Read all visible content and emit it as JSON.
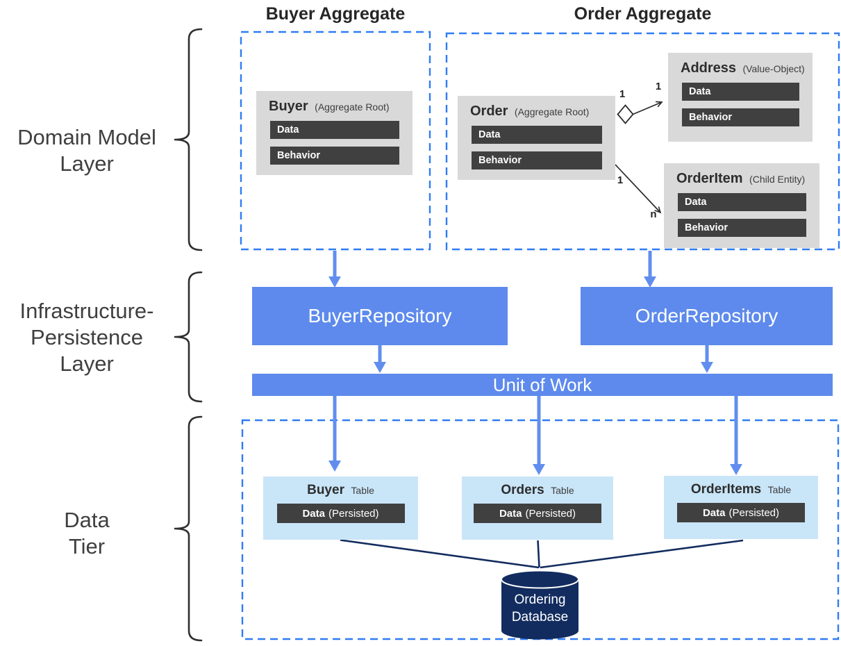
{
  "colors": {
    "dashed-blue": "#2f7cf4",
    "box-blue": "#5d8aec",
    "arrow-blue": "#618eee",
    "light-blue": "#c9e5f8",
    "card-gray": "#d9d9d9",
    "bar-dark": "#404040",
    "navy": "#122c5f",
    "text-dark": "#262626",
    "label-gray": "#3f3f3f"
  },
  "layers": [
    {
      "lines": [
        "Domain Model",
        "Layer"
      ]
    },
    {
      "lines": [
        "Infrastructure-",
        "Persistence",
        "Layer"
      ]
    },
    {
      "lines": [
        "Data",
        "Tier"
      ]
    }
  ],
  "aggregates": [
    {
      "title": "Buyer Aggregate"
    },
    {
      "title": "Order Aggregate"
    }
  ],
  "entities": [
    {
      "name": "Buyer",
      "stereotype": "(Aggregate Root)",
      "bars": [
        "Data",
        "Behavior"
      ]
    },
    {
      "name": "Order",
      "stereotype": "(Aggregate Root)",
      "bars": [
        "Data",
        "Behavior"
      ]
    },
    {
      "name": "Address",
      "stereotype": "(Value-Object)",
      "bars": [
        "Data",
        "Behavior"
      ]
    },
    {
      "name": "OrderItem",
      "stereotype": "(Child Entity)",
      "bars": [
        "Data",
        "Behavior"
      ]
    }
  ],
  "relations": [
    {
      "from": "Order",
      "to": "Address",
      "type": "aggregation",
      "source_label": "1",
      "target_label": "1"
    },
    {
      "from": "Order",
      "to": "OrderItem",
      "type": "association",
      "source_label": "1",
      "target_label": "n"
    }
  ],
  "repositories": [
    {
      "label": "BuyerRepository"
    },
    {
      "label": "OrderRepository"
    }
  ],
  "unit_of_work": {
    "label": "Unit of Work"
  },
  "tables": [
    {
      "name": "Buyer",
      "suffix": "Table",
      "bar_name": "Data",
      "bar_qualifier": "(Persisted)"
    },
    {
      "name": "Orders",
      "suffix": "Table",
      "bar_name": "Data",
      "bar_qualifier": "(Persisted)"
    },
    {
      "name": "OrderItems",
      "suffix": "Table",
      "bar_name": "Data",
      "bar_qualifier": "(Persisted)"
    }
  ],
  "database": {
    "lines": [
      "Ordering",
      "Database"
    ]
  }
}
